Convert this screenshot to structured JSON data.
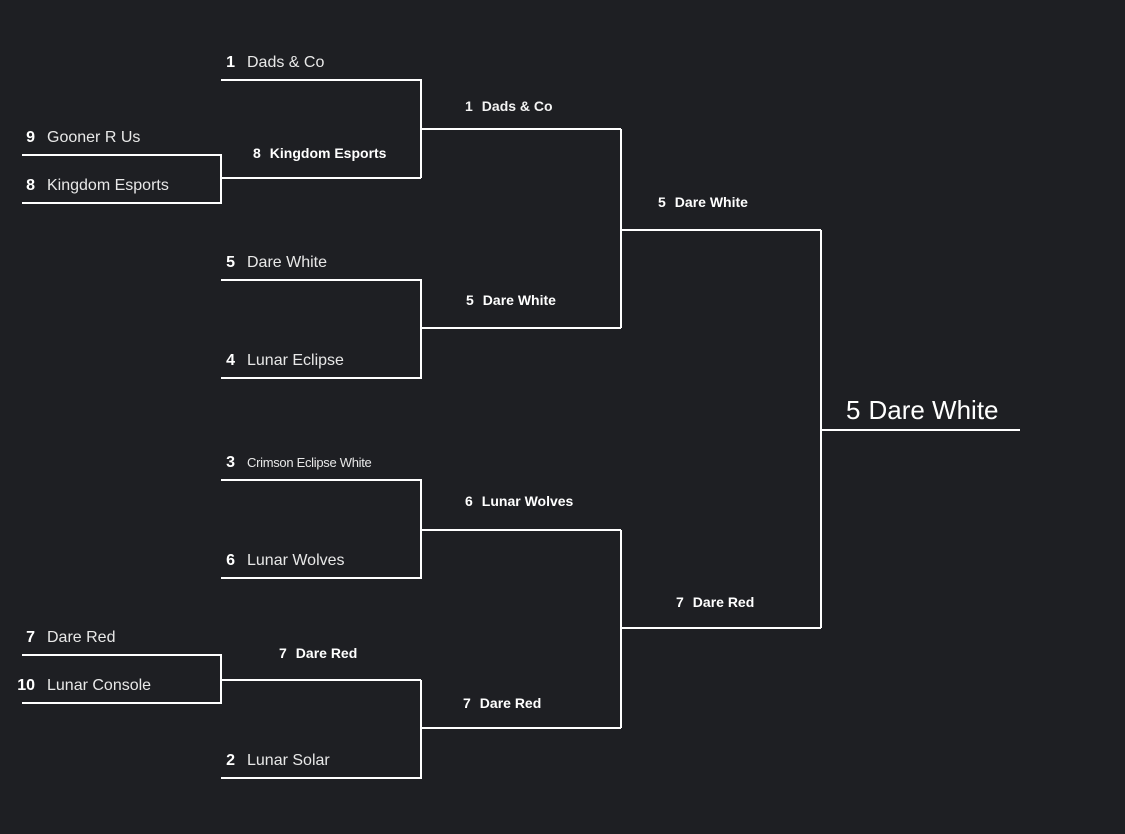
{
  "colors": {
    "background": "#1e1f23",
    "line": "#ffffff",
    "text": "#ffffff"
  },
  "entries": {
    "r1_1": {
      "seed": "1",
      "team": "Dads & Co"
    },
    "r0_9": {
      "seed": "9",
      "team": "Gooner R Us"
    },
    "r0_8": {
      "seed": "8",
      "team": "Kingdom Esports"
    },
    "r1_5": {
      "seed": "5",
      "team": "Dare White"
    },
    "r1_4": {
      "seed": "4",
      "team": "Lunar Eclipse"
    },
    "r1_3": {
      "seed": "3",
      "team": "Crimson Eclipse White"
    },
    "r1_6": {
      "seed": "6",
      "team": "Lunar Wolves"
    },
    "r0_7": {
      "seed": "7",
      "team": "Dare Red"
    },
    "r0_10": {
      "seed": "10",
      "team": "Lunar Console"
    },
    "r1_2": {
      "seed": "2",
      "team": "Lunar Solar"
    }
  },
  "advances": {
    "play_in_1": {
      "seed": "8",
      "team": "Kingdom Esports"
    },
    "play_in_2": {
      "seed": "7",
      "team": "Dare Red"
    },
    "qf_1": {
      "seed": "1",
      "team": "Dads & Co"
    },
    "qf_2": {
      "seed": "5",
      "team": "Dare White"
    },
    "qf_3": {
      "seed": "6",
      "team": "Lunar Wolves"
    },
    "qf_4": {
      "seed": "7",
      "team": "Dare Red"
    },
    "sf_1": {
      "seed": "5",
      "team": "Dare White"
    },
    "sf_2": {
      "seed": "7",
      "team": "Dare Red"
    }
  },
  "champion": {
    "seed": "5",
    "team": "Dare White"
  }
}
